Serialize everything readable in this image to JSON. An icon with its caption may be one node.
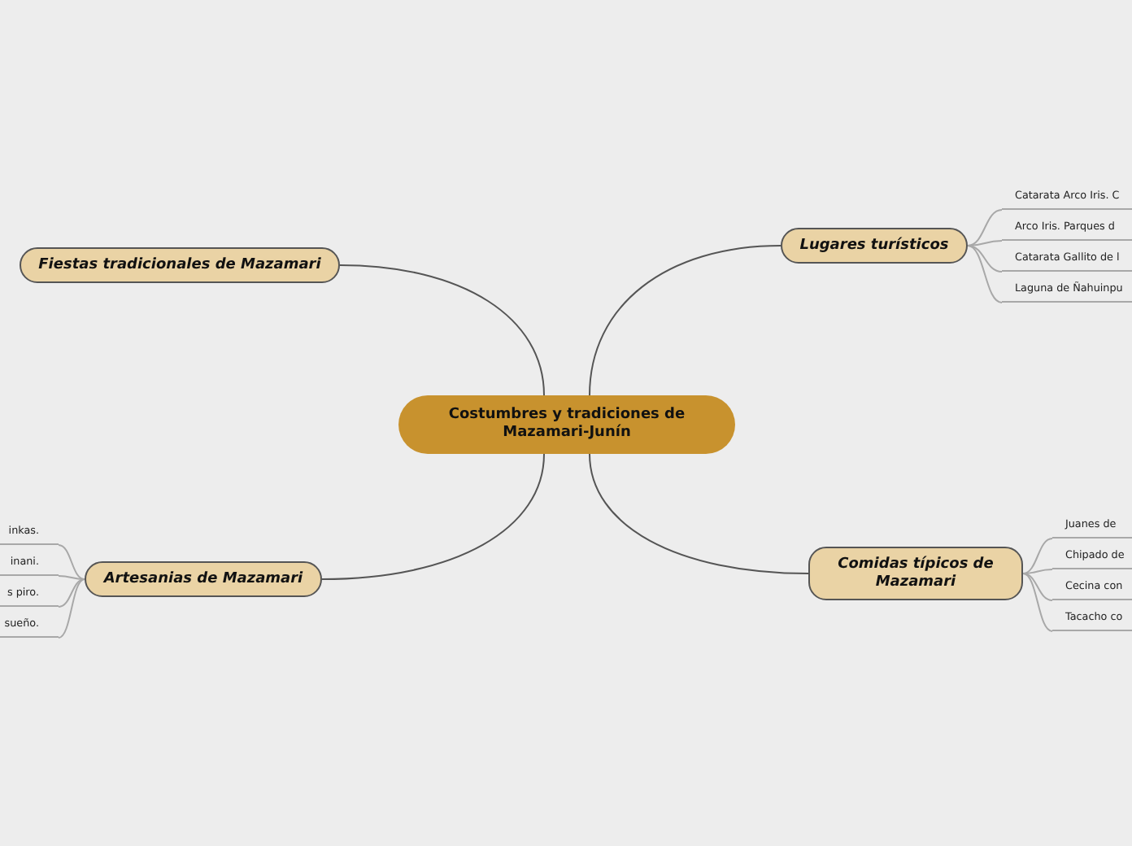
{
  "diagram": {
    "nodes": [
      {
        "text": [
          "Costumbres y tradiciones de Mazamari-Junín"
        ]
      },
      {
        "text": [
          "Lugares turísticos"
        ]
      },
      {
        "text": [
          "Catarata Arco Iris. C"
        ]
      },
      {
        "text": [
          "Arco Iris. Parques d"
        ]
      },
      {
        "text": [
          "Catarata Gallito de l"
        ]
      },
      {
        "text": [
          "Laguna de Ñahuinpu"
        ]
      },
      {
        "text": [
          "Comidas típicos de Mazamari"
        ]
      },
      {
        "text": [
          "Juanes de"
        ]
      },
      {
        "text": [
          "Chipado de"
        ]
      },
      {
        "text": [
          "Cecina con"
        ]
      },
      {
        "text": [
          "Tacacho co"
        ]
      },
      {
        "text": [
          "Artesanias de Mazamari"
        ]
      },
      {
        "text": [
          "inkas."
        ]
      },
      {
        "text": [
          "inani."
        ]
      },
      {
        "text": [
          "s piro."
        ]
      },
      {
        "text": [
          "sueño."
        ]
      },
      {
        "text": [
          "Fiestas tradicionales de Mazamari"
        ]
      }
    ],
    "edges": [
      {
        "from": 0,
        "to": 16,
        "arrow": "none"
      },
      {
        "from": 0,
        "to": 1,
        "arrow": "none"
      },
      {
        "from": 0,
        "to": 11,
        "arrow": "none"
      },
      {
        "from": 0,
        "to": 6,
        "arrow": "none"
      },
      {
        "from": 1,
        "to": 2,
        "arrow": "none",
        "color": "#a8a8a8"
      },
      {
        "from": 1,
        "to": 3,
        "arrow": "none",
        "color": "#a8a8a8"
      },
      {
        "from": 1,
        "to": 4,
        "arrow": "none",
        "color": "#a8a8a8"
      },
      {
        "from": 1,
        "to": 5,
        "arrow": "none",
        "color": "#a8a8a8"
      },
      {
        "from": 6,
        "to": 7,
        "arrow": "none",
        "color": "#a8a8a8"
      },
      {
        "from": 6,
        "to": 8,
        "arrow": "none",
        "color": "#a8a8a8"
      },
      {
        "from": 6,
        "to": 9,
        "arrow": "none",
        "color": "#a8a8a8"
      },
      {
        "from": 6,
        "to": 10,
        "arrow": "none",
        "color": "#a8a8a8"
      },
      {
        "from": 11,
        "to": 12,
        "arrow": "none",
        "color": "#a8a8a8"
      },
      {
        "from": 11,
        "to": 13,
        "arrow": "none",
        "color": "#a8a8a8"
      },
      {
        "from": 11,
        "to": 14,
        "arrow": "none",
        "color": "#a8a8a8"
      },
      {
        "from": 11,
        "to": 15,
        "arrow": "none",
        "color": "#a8a8a8"
      }
    ]
  }
}
